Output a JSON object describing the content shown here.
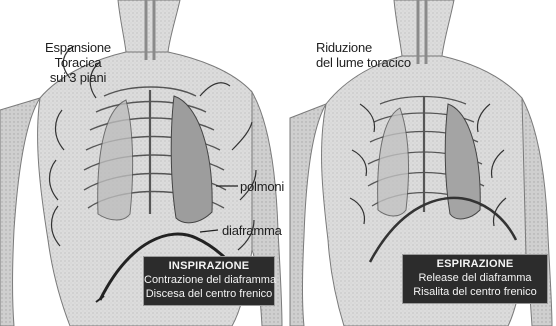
{
  "left_panel": {
    "label_expansion": [
      "Espansione",
      "Toracica",
      "sui 3 piani"
    ],
    "label_lungs": "polmoni",
    "label_diaphragm": "diaframma",
    "phase_box": {
      "title": "INSPIRAZIONE",
      "line1": "Contrazione del diaframma",
      "line2": "Discesa del centro frenico"
    }
  },
  "right_panel": {
    "label_reduction": [
      "Riduzione",
      "del lume toracico"
    ],
    "phase_box": {
      "title": "ESPIRAZIONE",
      "line1": "Release del diaframma",
      "line2": "Risalita del centro frenico"
    }
  },
  "colors": {
    "ink": "#1e1e1e",
    "skin_shading": "#c9c9c9",
    "box_background": "#2c2c2c",
    "box_text": "#f4f4f4"
  }
}
